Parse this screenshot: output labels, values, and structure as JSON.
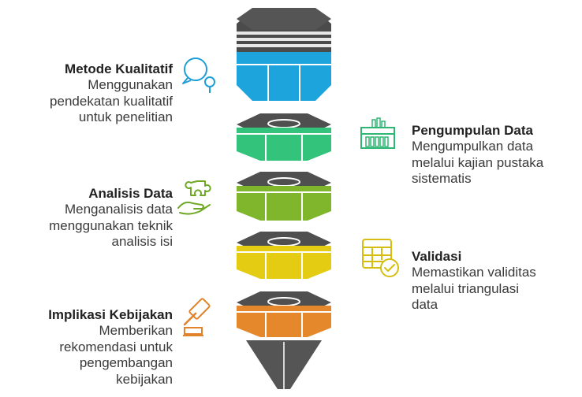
{
  "stages": [
    {
      "id": "metode",
      "title": "Metode Kualitatif",
      "description_lines": [
        "Menggunakan",
        "pendekatan kualitatif",
        "untuk penelitian"
      ],
      "side": "left",
      "color": "#1ea4dc",
      "icon": "search-icon"
    },
    {
      "id": "pengumpulan",
      "title": "Pengumpulan Data",
      "description_lines": [
        "Mengumpulkan data",
        "melalui kajian pustaka",
        "sistematis"
      ],
      "side": "right",
      "color": "#33c37a",
      "icon": "library-icon"
    },
    {
      "id": "analisis",
      "title": "Analisis Data",
      "description_lines": [
        "Menganalisis data",
        "menggunakan teknik",
        "analisis isi"
      ],
      "side": "left",
      "color": "#7fb62b",
      "icon": "puzzle-hand-icon"
    },
    {
      "id": "validasi",
      "title": "Validasi",
      "description_lines": [
        "Memastikan validitas",
        "melalui triangulasi",
        "data"
      ],
      "side": "right",
      "color": "#e3cc12",
      "icon": "table-check-icon"
    },
    {
      "id": "implikasi",
      "title": "Implikasi Kebijakan",
      "description_lines": [
        "Memberikan",
        "rekomendasi untuk",
        "pengembangan",
        "kebijakan"
      ],
      "side": "left",
      "color": "#e5882b",
      "icon": "gavel-icon"
    }
  ],
  "colors": {
    "nut_top": "#4f4f4f",
    "nut_top_light": "#6b6b6b",
    "drill_tip": "#555555"
  }
}
